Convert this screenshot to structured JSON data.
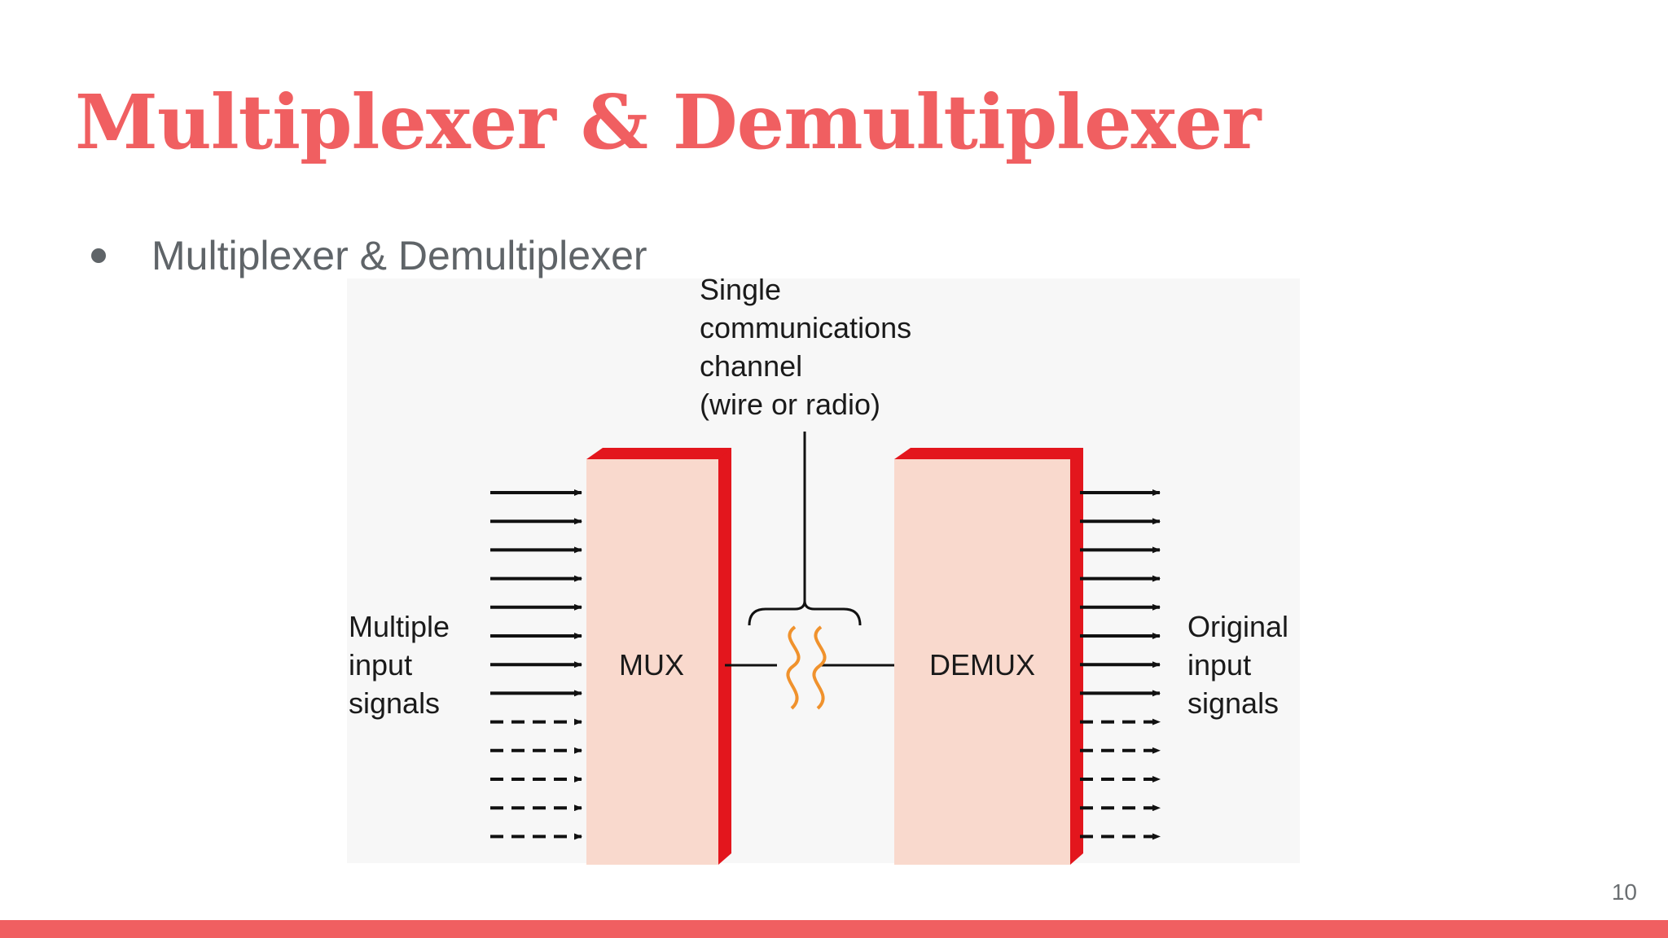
{
  "slide": {
    "title": "Multiplexer & Demultiplexer",
    "bullet": "Multiplexer & Demultiplexer",
    "page_number": "10"
  },
  "diagram": {
    "channel_label": [
      "Single",
      "communications",
      "channel",
      "(wire or radio)"
    ],
    "left_label": [
      "Multiple",
      "input",
      "signals"
    ],
    "right_label": [
      "Original",
      "input",
      "signals"
    ],
    "mux_label": "MUX",
    "demux_label": "DEMUX",
    "solid_arrows": 8,
    "dashed_arrows": 5
  },
  "colors": {
    "accent": "#f05f61",
    "block_fill": "#f9d9cd",
    "block_edge": "#e3161d",
    "wave": "#f0922d",
    "text": "#5f6468"
  }
}
